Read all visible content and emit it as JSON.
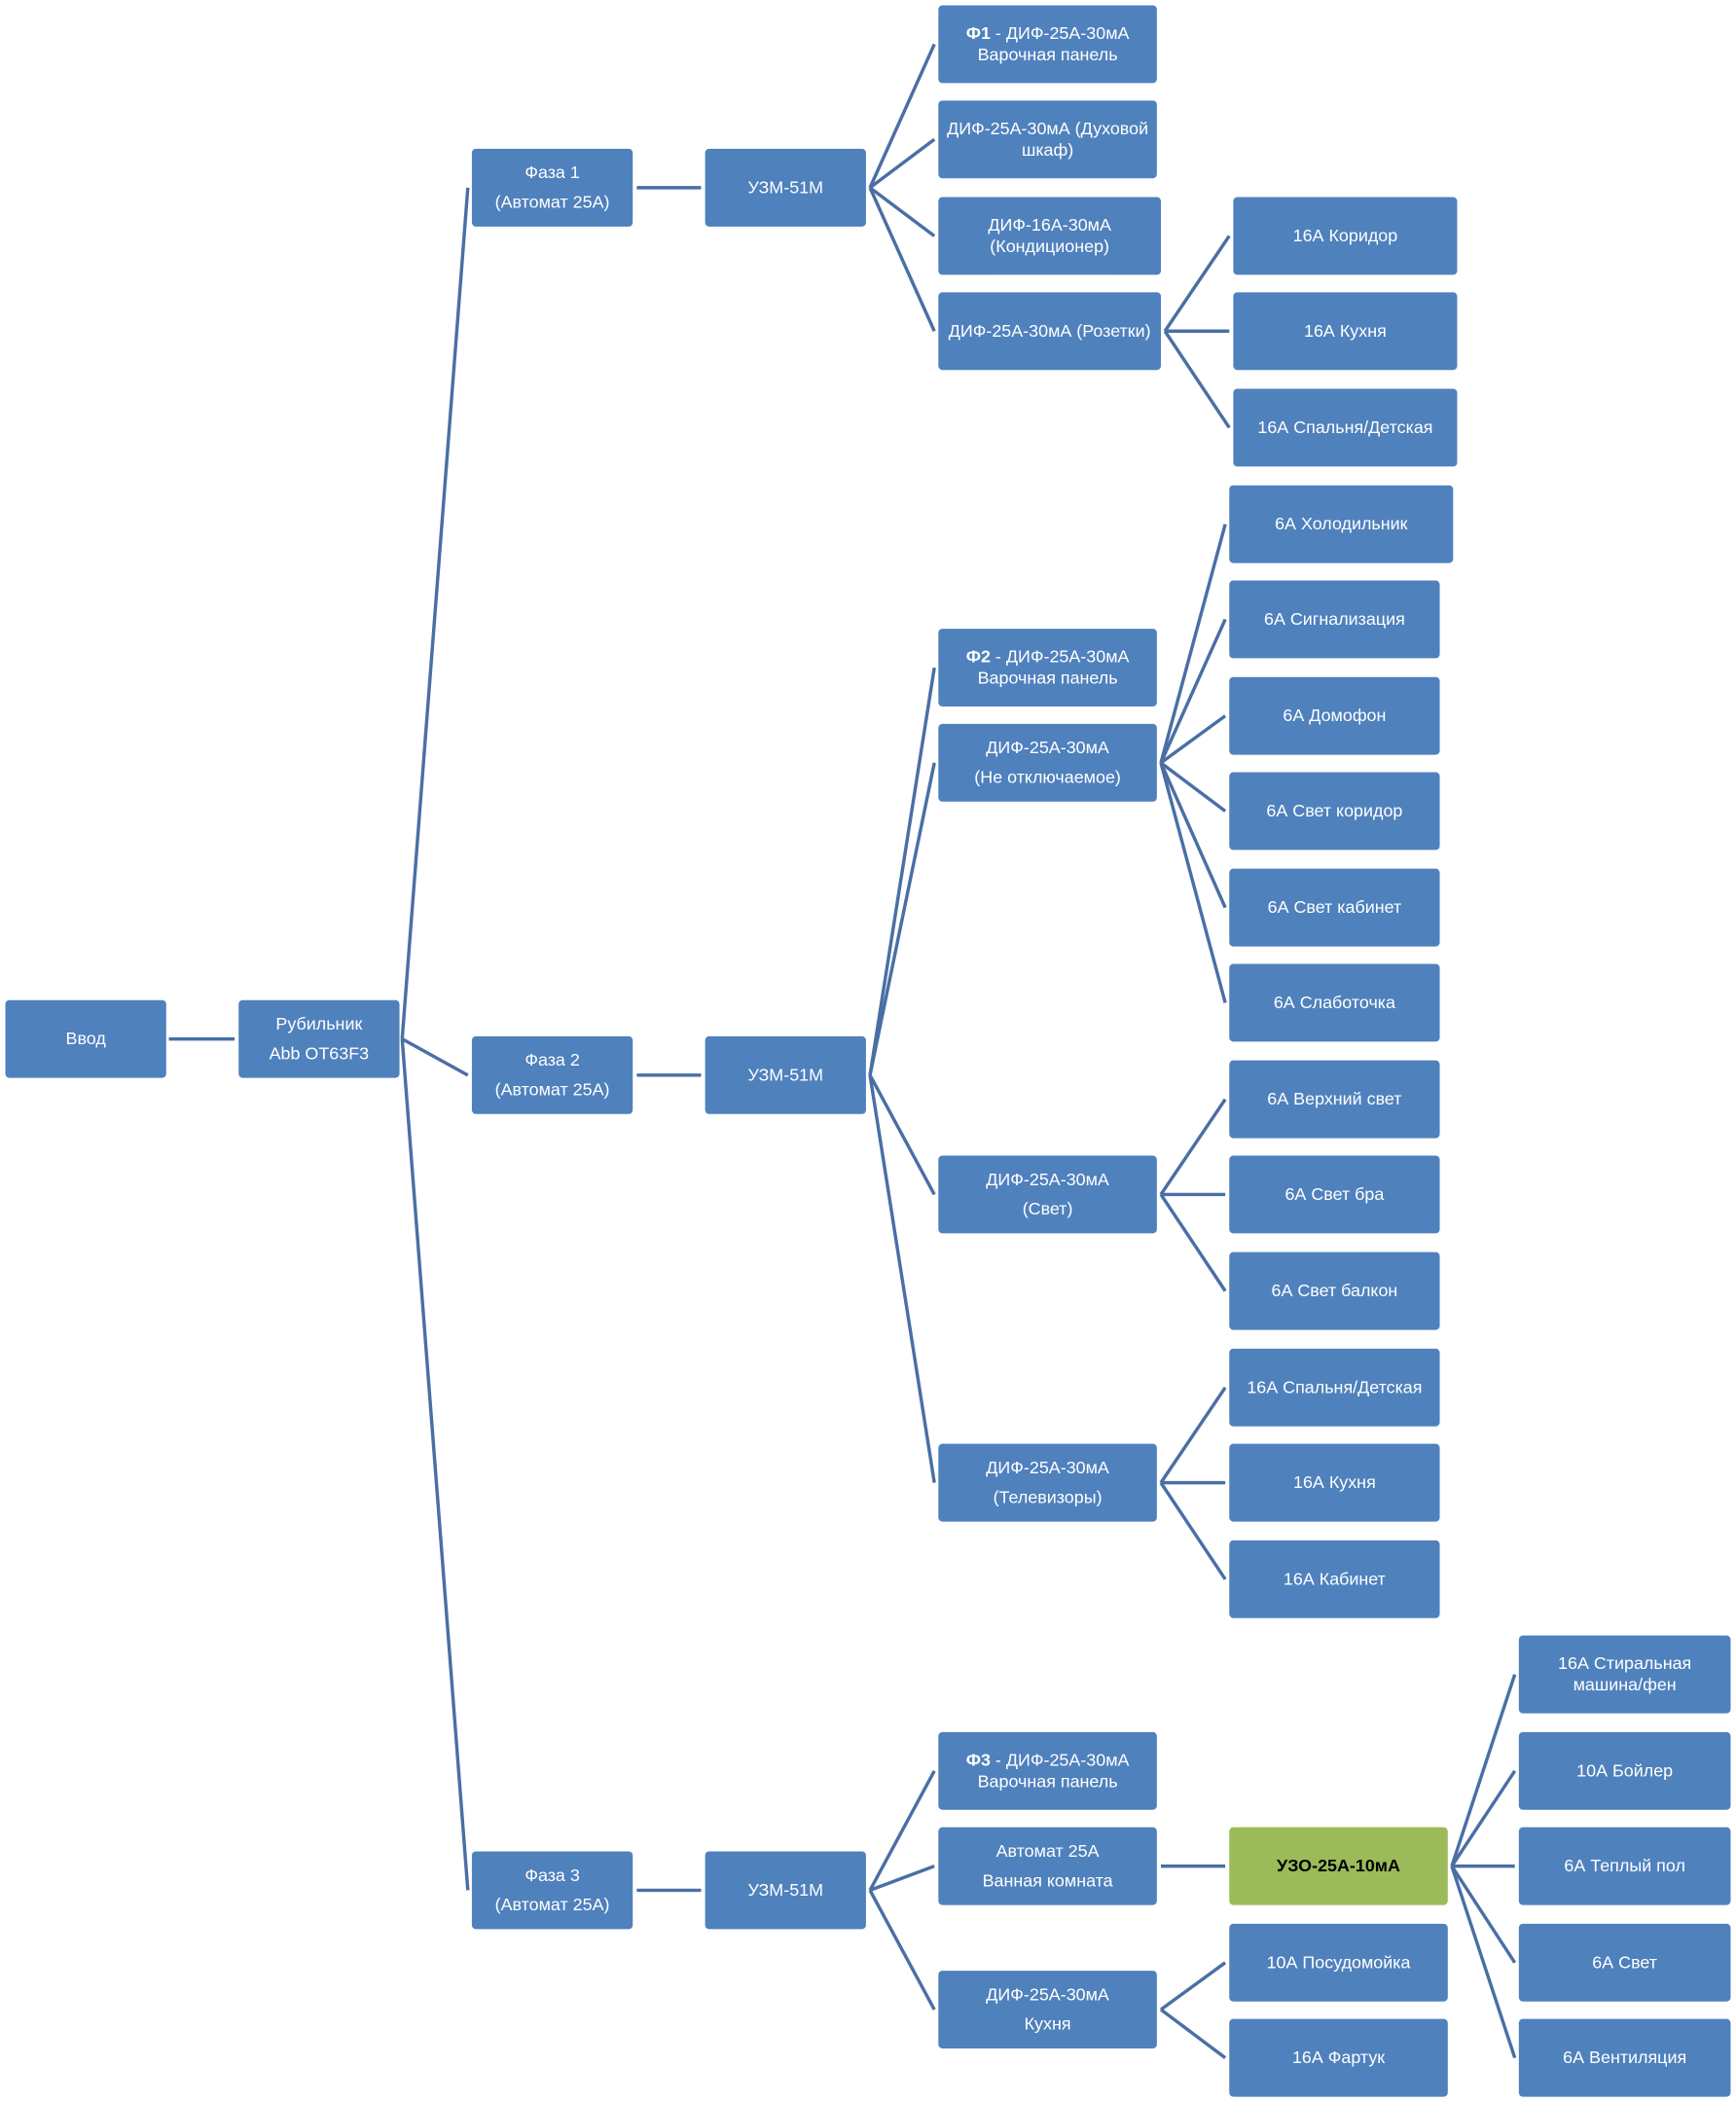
{
  "colors": {
    "node": "#4f81bd",
    "highlight": "#9bbb59",
    "line": "#4a6fa5"
  },
  "root": {
    "input": "Ввод",
    "switch_l1": "Рубильник",
    "switch_l2": "Abb OT63F3"
  },
  "phase1": {
    "l1": "Фаза 1",
    "l2": "(Автомат 25А)",
    "uzm": "УЗМ-51М",
    "hob_bold": "Ф1",
    "hob_rest": " - ДИФ-25А-30мА",
    "hob_l2": "Варочная панель",
    "oven_l1": "ДИФ-25А-30мА (Духовой",
    "oven_l2": "шкаф)",
    "ac_l1": "ДИФ-16А-30мА",
    "ac_l2": "(Кондиционер)",
    "sockets": "ДИФ-25А-30мА (Розетки)",
    "sockets_children": [
      "16А Коридор",
      "16А Кухня",
      "16А Спальня/Детская"
    ]
  },
  "phase2": {
    "l1": "Фаза 2",
    "l2": "(Автомат 25А)",
    "uzm": "УЗМ-51М",
    "hob_bold": "Ф2",
    "hob_rest": " - ДИФ-25А-30мА",
    "hob_l2": "Варочная панель",
    "nc_l1": "ДИФ-25А-30мА",
    "nc_l2": "(Не отключаемое)",
    "nc_children": [
      "6А Холодильник",
      "6А Сигнализация",
      "6А Домофон",
      "6А Свет коридор",
      "6А Свет кабинет",
      "6А Слаботочка"
    ],
    "light_l1": "ДИФ-25А-30мА",
    "light_l2": "(Свет)",
    "light_children": [
      "6А Верхний свет",
      "6А Свет бра",
      "6А Свет балкон"
    ],
    "tv_l1": "ДИФ-25А-30мА",
    "tv_l2": "(Телевизоры)",
    "tv_children": [
      "16А Спальня/Детская",
      "16А Кухня",
      "16А Кабинет"
    ]
  },
  "phase3": {
    "l1": "Фаза 3",
    "l2": "(Автомат 25А)",
    "uzm": "УЗМ-51М",
    "hob_bold": "Ф3",
    "hob_rest": " - ДИФ-25А-30мА",
    "hob_l2": "Варочная панель",
    "bath_l1": "Автомат 25А",
    "bath_l2": "Ванная комната",
    "uzo": "УЗО-25А-10мА",
    "uzo_children": [
      "16А Стиральная машина/фен",
      "10А Бойлер",
      "6А Теплый пол",
      "6А Свет",
      "6А Вентиляция"
    ],
    "kitchen_l1": "ДИФ-25А-30мА",
    "kitchen_l2": "Кухня",
    "kitchen_children": [
      "10А Посудомойка",
      "16А Фартук"
    ]
  }
}
